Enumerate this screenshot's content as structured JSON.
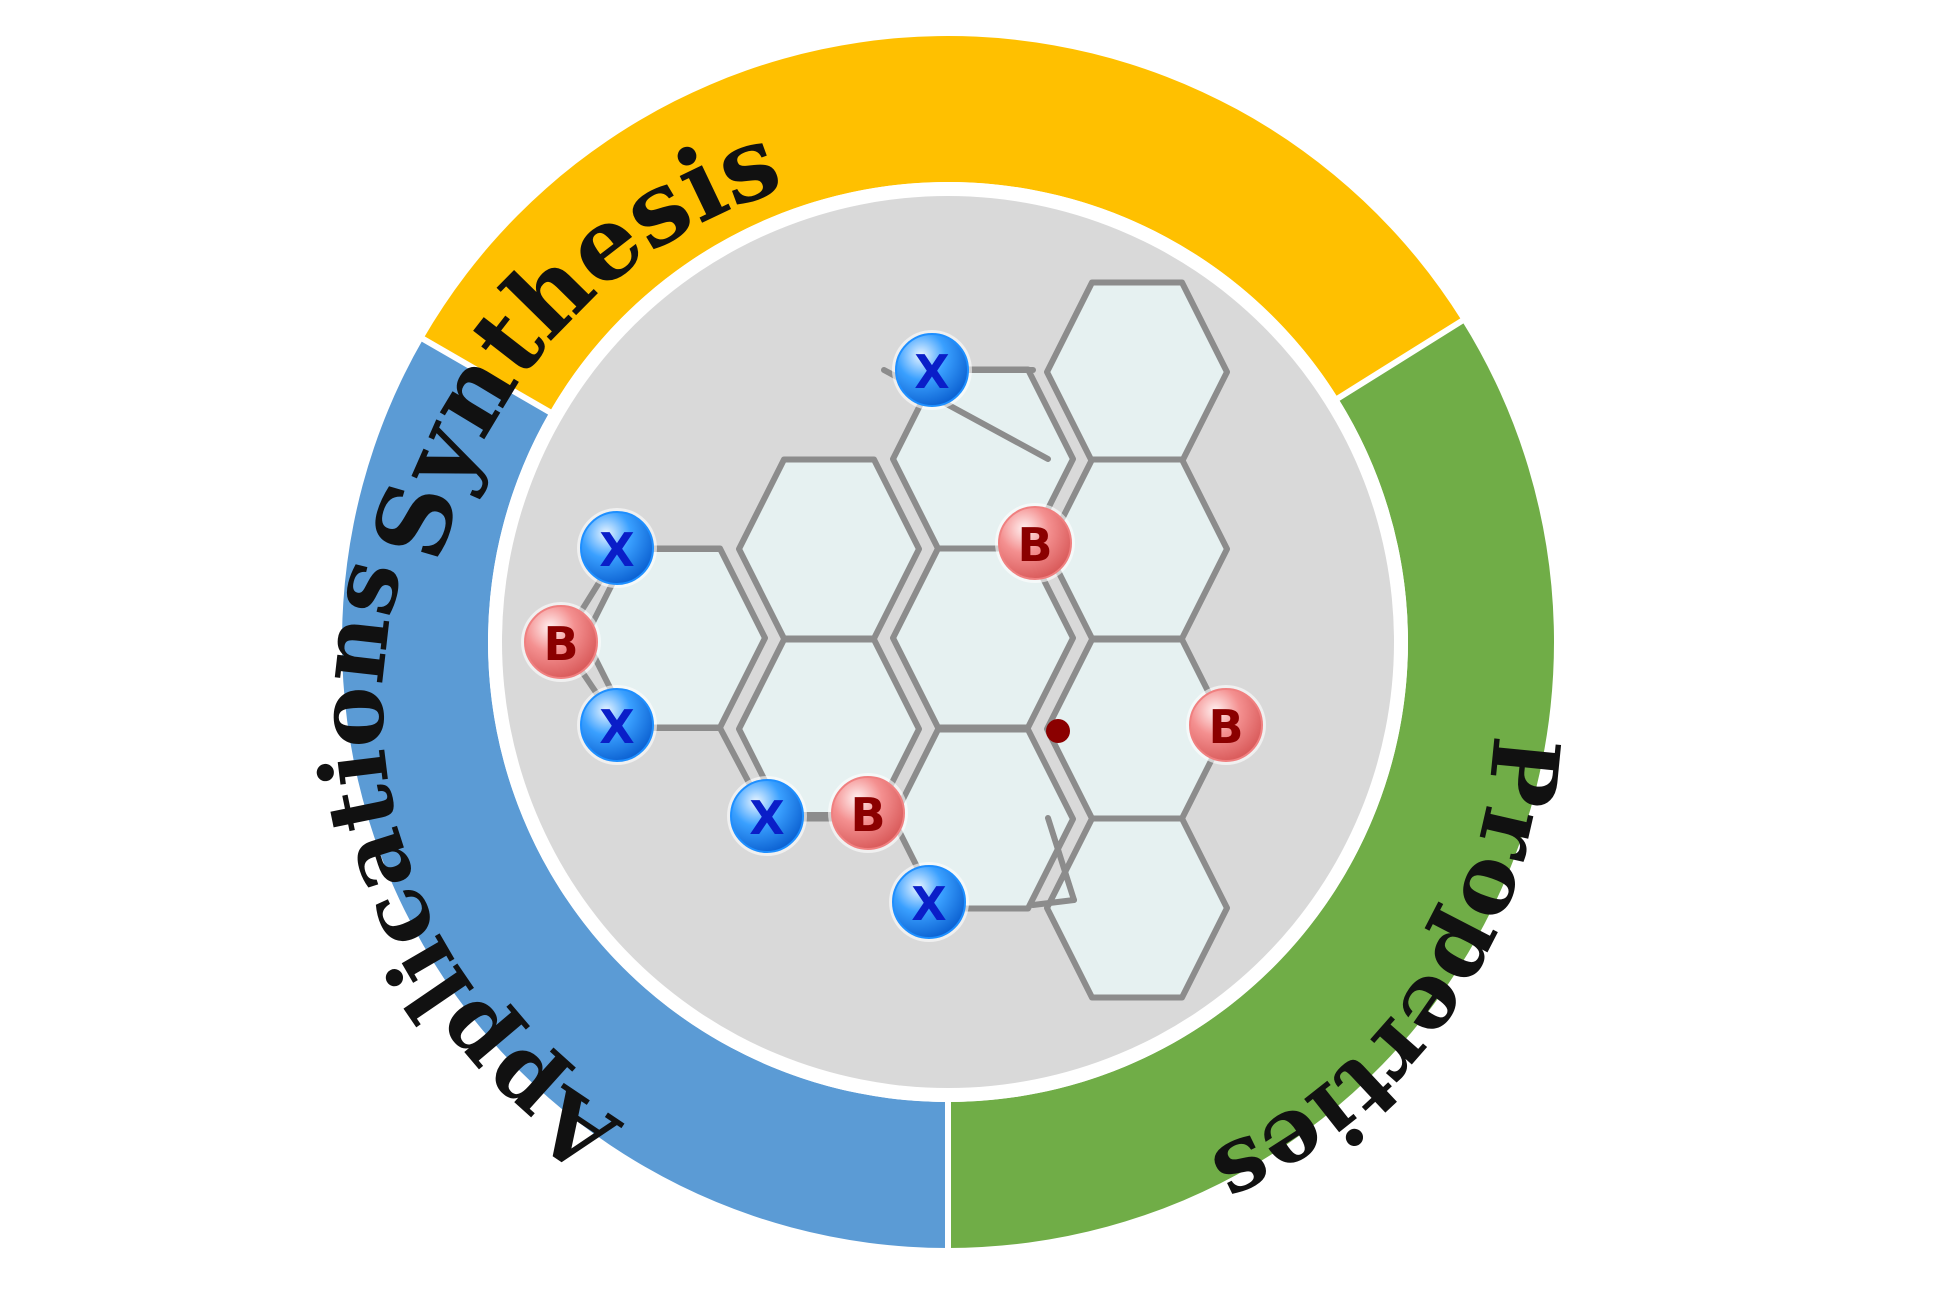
{
  "ring": {
    "segments": [
      {
        "label": "Synthesis",
        "color": "#FFC000"
      },
      {
        "label": "Properties",
        "color": "#70AD47"
      },
      {
        "label": "Applications",
        "color": "#5B9BD5"
      }
    ]
  },
  "colors": {
    "inner_disk": "#D9D9D9",
    "hex_fill": "#E6F1F1",
    "hex_stroke": "#8C8C8C",
    "x_atom": "#1E8FFF",
    "x_text": "#0A1EC8",
    "b_atom": "#F08080",
    "b_text": "#8B0000",
    "radical_dot": "#8B0000"
  },
  "atoms": {
    "x_label": "X",
    "b_label": "B"
  }
}
